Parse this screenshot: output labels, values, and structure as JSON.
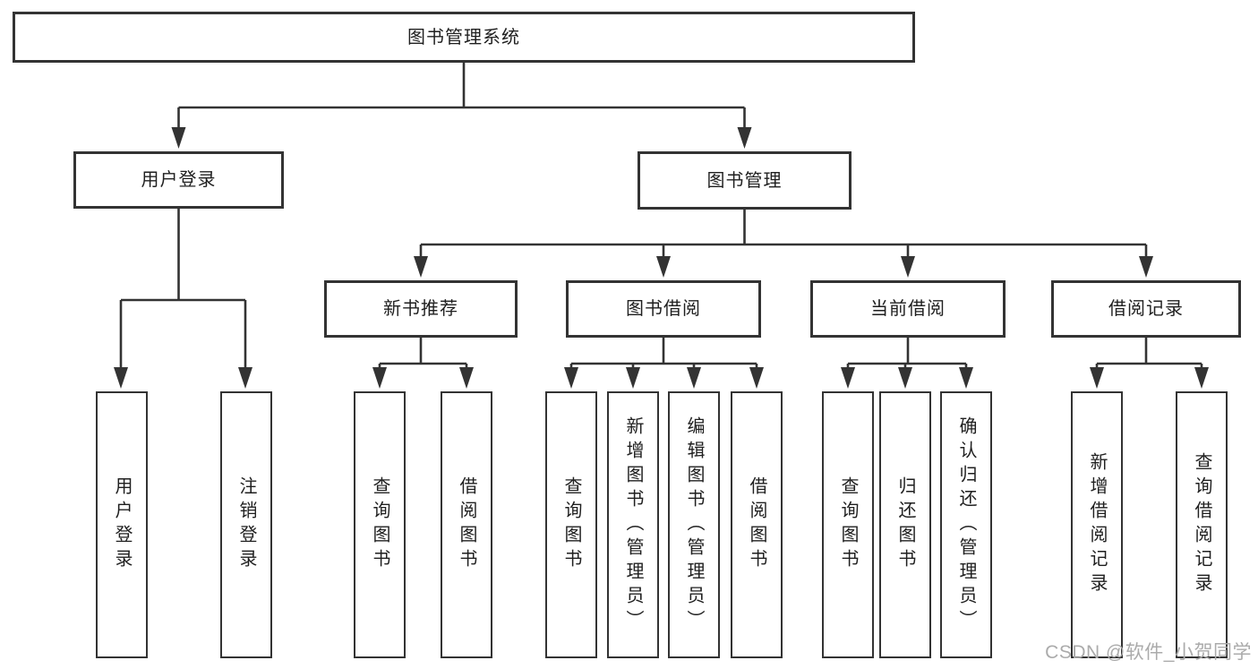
{
  "tree": {
    "root": {
      "label": "图书管理系统"
    },
    "level2": [
      {
        "id": "user-login",
        "label": "用户登录"
      },
      {
        "id": "book-management",
        "label": "图书管理"
      }
    ],
    "level3": [
      {
        "id": "new-book-recommend",
        "label": "新书推荐"
      },
      {
        "id": "book-borrowing",
        "label": "图书借阅"
      },
      {
        "id": "current-borrowing",
        "label": "当前借阅"
      },
      {
        "id": "borrowing-records",
        "label": "借阅记录"
      }
    ],
    "leaves": [
      {
        "parent": "用户登录",
        "label": "用户登录"
      },
      {
        "parent": "用户登录",
        "label": "注销登录"
      },
      {
        "parent": "新书推荐",
        "label": "查询图书"
      },
      {
        "parent": "新书推荐",
        "label": "借阅图书"
      },
      {
        "parent": "图书借阅",
        "label": "查询图书"
      },
      {
        "parent": "图书借阅",
        "label": "新增图书（管理员）"
      },
      {
        "parent": "图书借阅",
        "label": "编辑图书（管理员）"
      },
      {
        "parent": "图书借阅",
        "label": "借阅图书"
      },
      {
        "parent": "当前借阅",
        "label": "查询图书"
      },
      {
        "parent": "当前借阅",
        "label": "归还图书"
      },
      {
        "parent": "当前借阅",
        "label": "确认归还（管理员）"
      },
      {
        "parent": "借阅记录",
        "label": "新增借阅记录"
      },
      {
        "parent": "借阅记录",
        "label": "查询借阅记录"
      }
    ]
  },
  "watermark": {
    "text": "CSDN @软件_小贺同学"
  },
  "colors": {
    "background": "#ffffff",
    "border": "#333333",
    "text": "#1f1f1f",
    "watermark": "#ababab"
  }
}
